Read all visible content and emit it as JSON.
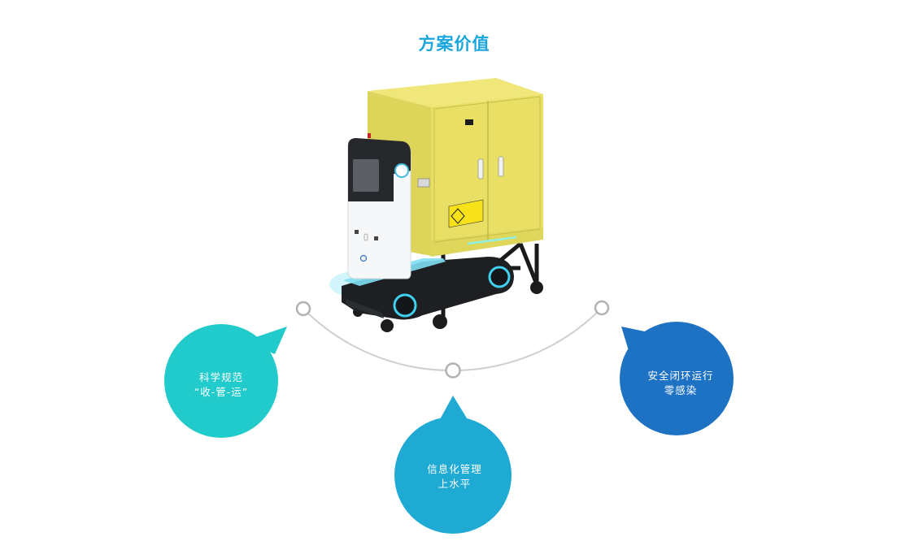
{
  "page": {
    "title": "方案价值",
    "title_color": "#1aa6dc"
  },
  "product_image": {
    "description": "Medical waste transport robot carrying a yellow biohazard cabinet",
    "cabinet_color": "#e6dd62",
    "robot_base_color": "#1b1d20",
    "glow_color": "#39c6e8",
    "warning_label": "biohazard"
  },
  "timeline": {
    "line_color": "#cfcfcf",
    "marker_stroke": "#b2b2b2"
  },
  "values": [
    {
      "id": "left",
      "line1": "科学规范",
      "line2": "“收-管-运”",
      "color": "#22cbcb"
    },
    {
      "id": "middle",
      "line1": "信息化管理",
      "line2": "上水平",
      "color": "#1faad4"
    },
    {
      "id": "right",
      "line1": "安全闭环运行",
      "line2": "零感染",
      "color": "#1e72c4"
    }
  ]
}
